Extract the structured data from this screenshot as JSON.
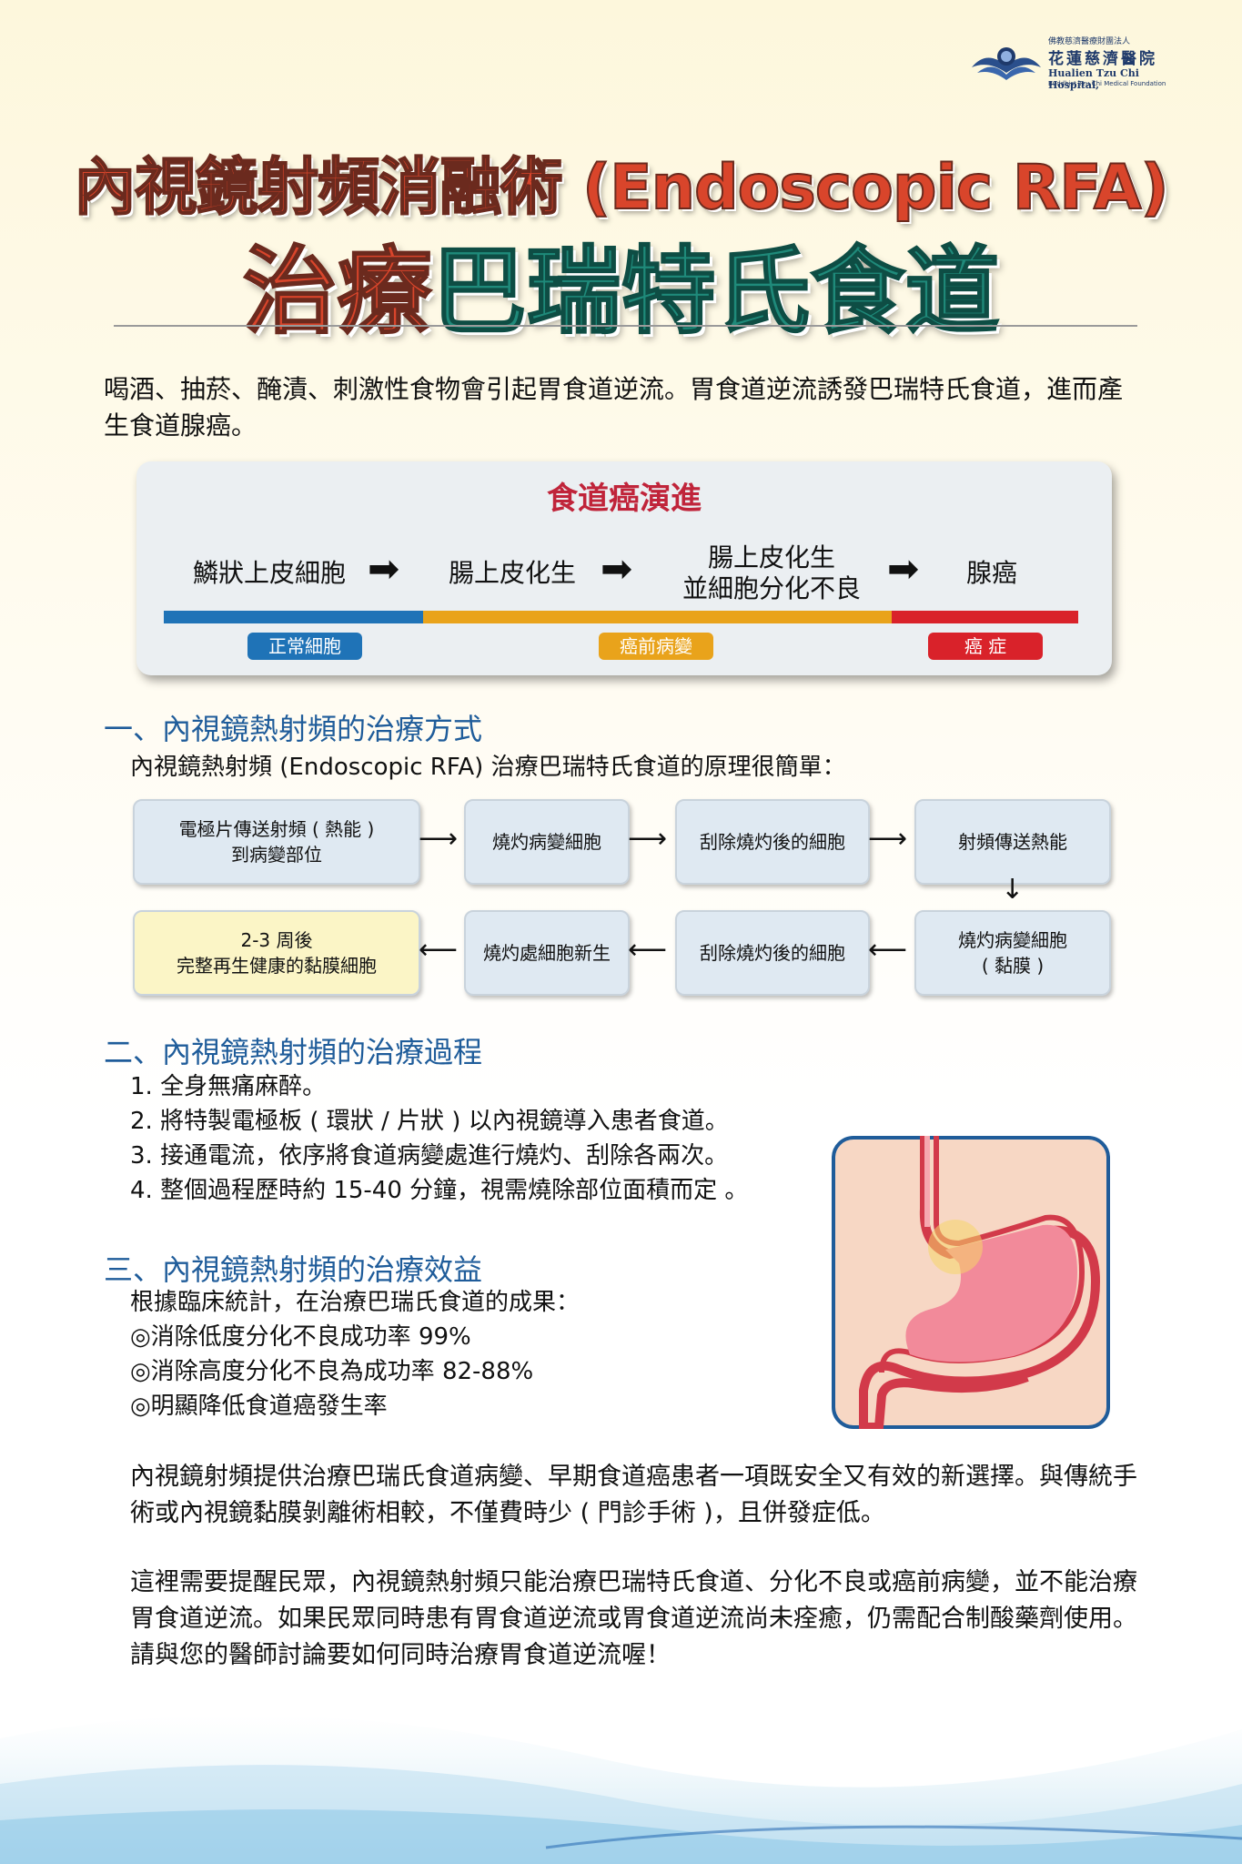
{
  "logo": {
    "line1": "佛教慈濟醫療財團法人",
    "name": "花蓮慈濟醫院",
    "english": "Hualien Tzu Chi Hospital,",
    "foundation": "Buddhist Tzu Chi Medical Foundation"
  },
  "title": {
    "line1": "內視鏡射頻消融術 (Endoscopic RFA)",
    "line2a": "治療",
    "line2b": "巴瑞特氏食道"
  },
  "intro": "喝酒、抽菸、醃漬、刺激性食物會引起胃食道逆流。胃食道逆流誘發巴瑞特氏食道，進而產生食道腺癌。",
  "evolution": {
    "title": "食道癌演進",
    "stages": [
      "鱗狀上皮細胞",
      "腸上皮化生",
      "腸上皮化生\n並細胞分化不良",
      "腺癌"
    ],
    "badges": [
      "正常細胞",
      "癌前病變",
      "癌 症"
    ],
    "colors": {
      "normal": "#1f73b7",
      "precancer": "#e9a31b",
      "cancer": "#d9222a"
    }
  },
  "section1": {
    "heading": "一、內視鏡熱射頻的治療方式",
    "subtitle": "內視鏡熱射頻 (Endoscopic RFA) 治療巴瑞特氏食道的原理很簡單：",
    "flow_row1": [
      "電極片傳送射頻 ( 熱能 )\n到病變部位",
      "燒灼病變細胞",
      "刮除燒灼後的細胞",
      "射頻傳送熱能"
    ],
    "flow_row2": [
      "2-3 周後\n完整再生健康的黏膜細胞",
      "燒灼處細胞新生",
      "刮除燒灼後的細胞",
      "燒灼病變細胞\n( 黏膜 )"
    ]
  },
  "section2": {
    "heading": "二、內視鏡熱射頻的治療過程",
    "steps": [
      "1. 全身無痛麻醉。",
      "2. 將特製電極板 ( 環狀 / 片狀 ) 以內視鏡導入患者食道。",
      "3. 接通電流，依序將食道病變處進行燒灼、刮除各兩次。",
      "4. 整個過程歷時約 15-40 分鐘，視需燒除部位面積而定 。"
    ]
  },
  "section3": {
    "heading": "三、內視鏡熱射頻的治療效益",
    "lead": "根據臨床統計，在治療巴瑞氏食道的成果：",
    "results": [
      "◎消除低度分化不良成功率 99%",
      "◎消除高度分化不良為成功率 82-88%",
      "◎明顯降低食道癌發生率"
    ]
  },
  "closing": {
    "p1": "內視鏡射頻提供治療巴瑞氏食道病變、早期食道癌患者一項既安全又有效的新選擇。與傳統手術或內視鏡黏膜剝離術相較，不僅費時少 ( 門診手術 )，且併發症低。",
    "p2": "這裡需要提醒民眾，內視鏡熱射頻只能治療巴瑞特氏食道、分化不良或癌前病變，並不能治療胃食道逆流。如果民眾同時患有胃食道逆流或胃食道逆流尚未痊癒，仍需配合制酸藥劑使用。請與您的醫師討論要如何同時治療胃食道逆流喔！"
  }
}
